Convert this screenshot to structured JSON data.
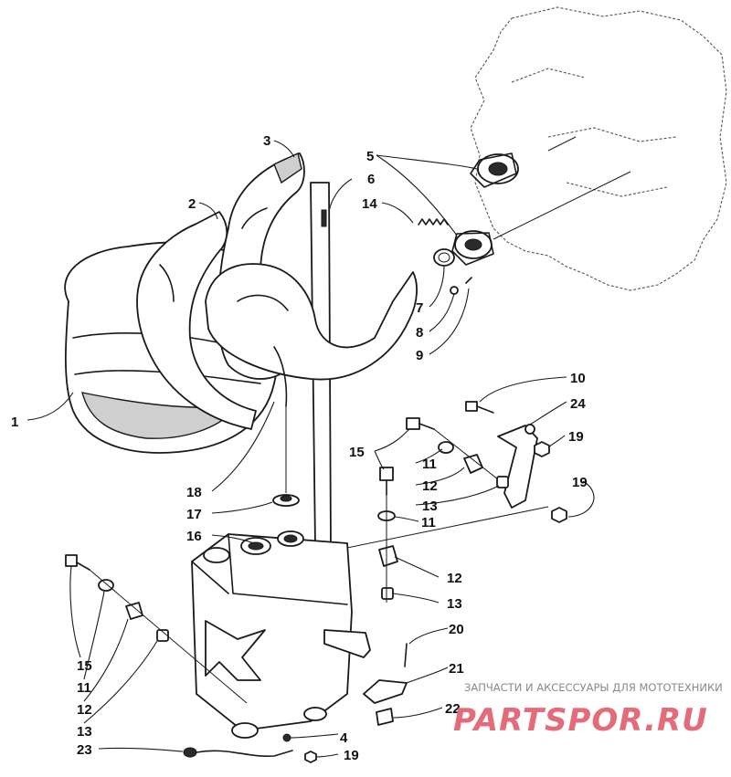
{
  "callouts": {
    "c1": "1",
    "c2": "2",
    "c3": "3",
    "c4": "4",
    "c5": "5",
    "c6": "6",
    "c7": "7",
    "c8": "8",
    "c9": "9",
    "c10": "10",
    "c11a": "11",
    "c11b": "11",
    "c11c": "11",
    "c12a": "12",
    "c12b": "12",
    "c12c": "12",
    "c13a": "13",
    "c13b": "13",
    "c13c": "13",
    "c14": "14",
    "c15a": "15",
    "c15b": "15",
    "c16": "16",
    "c17": "17",
    "c18": "18",
    "c19a": "19",
    "c19b": "19",
    "c19c": "19",
    "c20": "20",
    "c21": "21",
    "c22": "22",
    "c23": "23",
    "c24": "24"
  },
  "watermark": {
    "tagline": "ЗАПЧАСТИ И АКСЕССУАРЫ ДЛЯ МОТОТЕХНИКИ",
    "logo": "PARTSPOR.RU"
  }
}
